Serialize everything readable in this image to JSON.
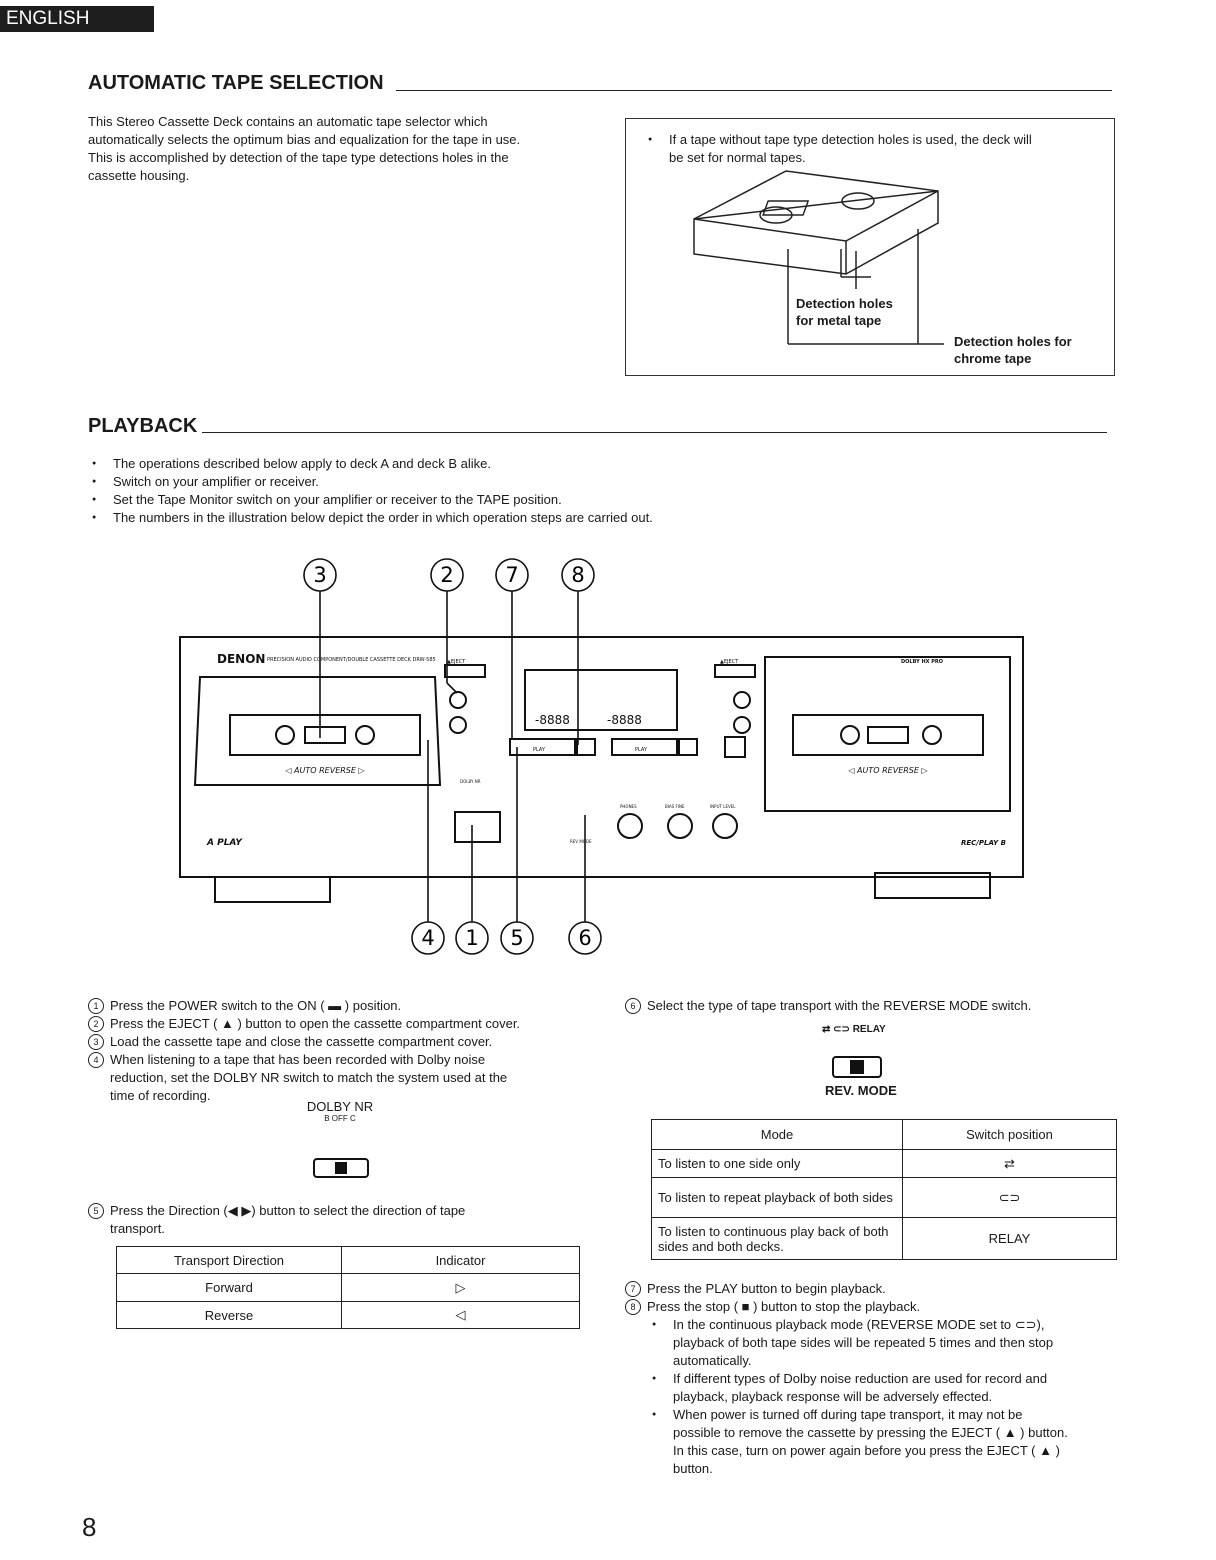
{
  "language_tab": "ENGLISH",
  "page_number": "8",
  "auto_tape": {
    "title": "AUTOMATIC TAPE SELECTION",
    "body": [
      "This Stereo Cassette Deck contains an automatic tape selector which",
      "automatically selects the optimum bias and equalization for the tape in use.",
      "This is accomplished by detection of the tape type detections holes in the",
      "cassette housing."
    ],
    "note": [
      "If a tape without tape type detection holes is used, the deck will",
      "be set for normal tapes."
    ],
    "label_metal": [
      "Detection holes",
      "for metal tape"
    ],
    "label_chrome": [
      "Detection holes for",
      "chrome tape"
    ]
  },
  "playback": {
    "title": "PLAYBACK",
    "bullets": [
      "The operations described below apply to deck A and deck B alike.",
      "Switch on your amplifier or receiver.",
      "Set the Tape Monitor switch on your amplifier or receiver to the TAPE position.",
      "The numbers in the illustration below depict the order in which operation steps are carried out."
    ]
  },
  "illustration": {
    "callouts_top": [
      "3",
      "2",
      "7",
      "8"
    ],
    "callouts_bottom": [
      "4",
      "1",
      "5",
      "6"
    ],
    "brand": "DENON",
    "model_line": "PRECISION AUDIO COMPONENT/DOUBLE CASSETTE DECK  DRW-585",
    "auto_reverse": "◁ AUTO REVERSE ▷",
    "deck_a": "A PLAY",
    "deck_b": "REC/PLAY B",
    "eject": "▲EJECT",
    "play": "PLAY",
    "counter_left": "-8888",
    "counter_right": "-8888",
    "dolby": "DOLBY NR",
    "phones": "PHONES",
    "input_level": "INPUT LEVEL",
    "bias_fine": "BIAS FINE",
    "reverse_mode": "REV MODE",
    "dolby_hx": "DOLBY HX PRO"
  },
  "steps": {
    "s1": "Press the POWER switch to the ON ( ▬ ) position.",
    "s2": "Press the EJECT ( ▲ ) button to open the cassette compartment cover.",
    "s3": "Load the cassette tape and close the cassette compartment cover.",
    "s4": [
      "When listening to a tape that has been recorded with Dolby noise",
      "reduction, set the DOLBY NR switch to match the system used at the",
      "time of recording."
    ],
    "dolby_label": "DOLBY NR",
    "dolby_positions": "B  OFF  C",
    "s5": [
      "Press the Direction (◀ ▶) button to select the direction of tape",
      "transport."
    ],
    "s6": "Select the type of tape transport with the REVERSE MODE switch.",
    "rev_mode_label": "REV. MODE",
    "relay_label": "RELAY",
    "s7": "Press the PLAY button to begin playback.",
    "s8": "Press the stop ( ■ ) button to stop the playback.",
    "notes": [
      [
        "In the continuous playback mode (REVERSE MODE set to ⊂⊃),",
        "playback of both tape sides will be repeated 5 times and then stop",
        "automatically."
      ],
      [
        "If different types of Dolby noise reduction are used for record and",
        "playback, playback response will be adversely effected."
      ],
      [
        "When power is turned off during tape transport, it may not be",
        "possible to remove the cassette by pressing the EJECT ( ▲ ) button.",
        "In this case, turn on power again before you press the EJECT ( ▲ )",
        "button."
      ]
    ]
  },
  "direction_table": {
    "headers": [
      "Transport Direction",
      "Indicator"
    ],
    "rows": [
      [
        "Forward",
        "▷"
      ],
      [
        "Reverse",
        "◁"
      ]
    ]
  },
  "mode_table": {
    "headers": [
      "Mode",
      "Switch position"
    ],
    "rows": [
      [
        "To listen to one side only",
        "⇄"
      ],
      [
        "To listen to repeat playback of both sides",
        "⊂⊃"
      ],
      [
        "To listen to continuous play back of both sides and both decks.",
        "RELAY"
      ]
    ]
  }
}
